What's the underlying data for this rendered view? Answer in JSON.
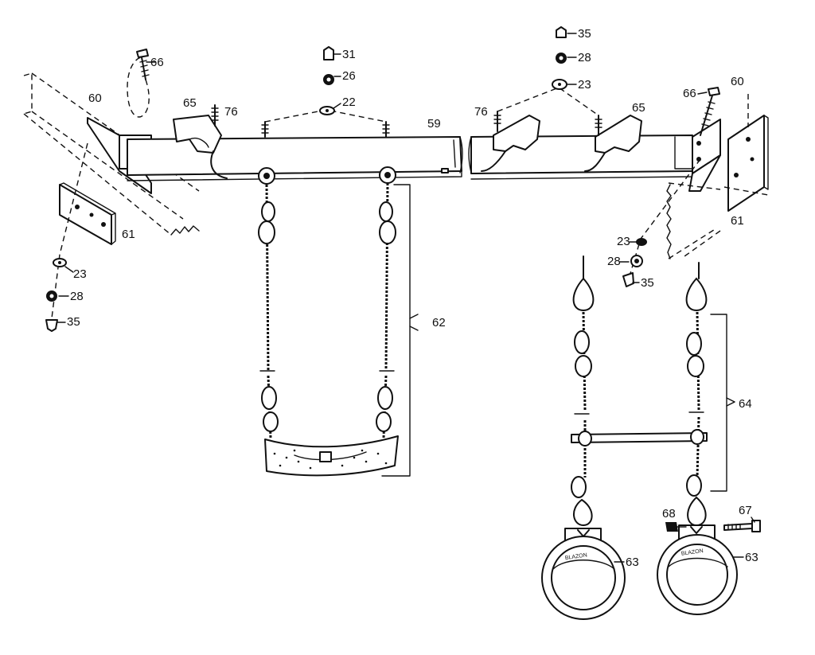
{
  "callouts": {
    "p22": "22",
    "p23_left": "23",
    "p23_top": "23",
    "p23_right": "23",
    "p26": "26",
    "p28_left": "28",
    "p28_top": "28",
    "p28_right": "28",
    "p31": "31",
    "p35_left": "35",
    "p35_top": "35",
    "p35_right": "35",
    "p59": "59",
    "p60_left": "60",
    "p60_right": "60",
    "p61_left": "61",
    "p61_right": "61",
    "p62": "62",
    "p63_left": "63",
    "p63_right": "63",
    "p64": "64",
    "p65_left": "65",
    "p65_right": "65",
    "p66_left": "66",
    "p66_right": "66",
    "p67": "67",
    "p68": "68",
    "p76_left": "76",
    "p76_right": "76"
  }
}
